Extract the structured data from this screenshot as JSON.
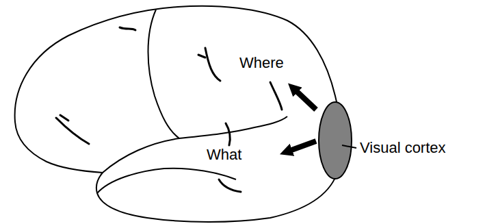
{
  "diagram": {
    "labels": [
      "Where",
      "What",
      "Visual cortex"
    ]
  }
}
